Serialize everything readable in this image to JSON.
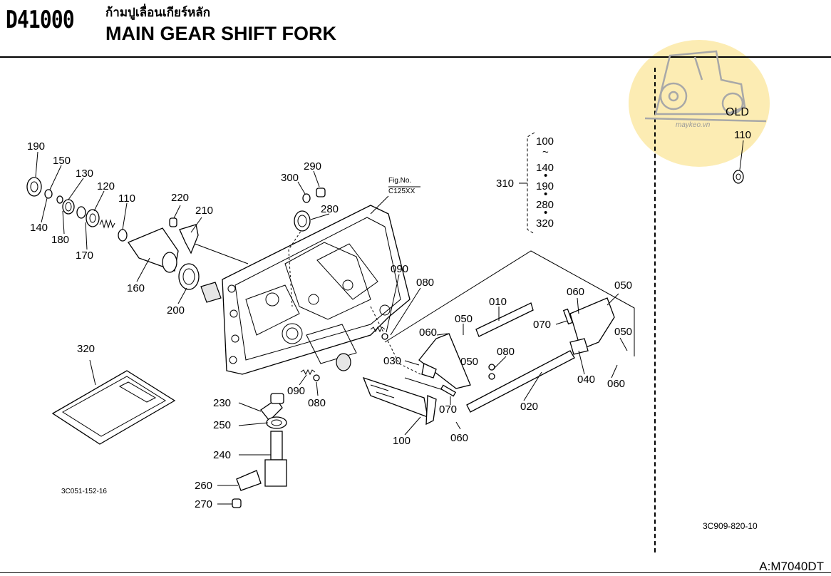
{
  "header": {
    "code": "D41000",
    "title_thai": "ก้ามปูเลื่อนเกียร์หลัก",
    "title": "MAIN GEAR SHIFT FORK"
  },
  "footer": {
    "model": "A:M7040DT"
  },
  "watermark": {
    "text": "maykeo.vn",
    "color": "#fbe9a6"
  },
  "labels": {
    "old": "OLD",
    "fig_no": "Fig.No.",
    "fig_ref": "C125XX",
    "ref_left": "3C051-152-16",
    "ref_right": "3C909-820-10",
    "kit_310": [
      "100",
      "~",
      "140",
      "•",
      "190",
      "•",
      "280",
      "•",
      "320"
    ]
  },
  "parts": {
    "p190": "190",
    "p150": "150",
    "p130": "130",
    "p120": "120",
    "p110": "110",
    "p140": "140",
    "p180": "180",
    "p170": "170",
    "p160": "160",
    "p200": "200",
    "p220": "220",
    "p210": "210",
    "p300": "300",
    "p290": "290",
    "p280": "280",
    "p310": "310",
    "p090a": "090",
    "p080a": "080",
    "p010": "010",
    "p050a": "050",
    "p060a": "060",
    "p060b": "060",
    "p050b": "050",
    "p070a": "070",
    "p050c": "050",
    "p050d": "050",
    "p080b": "080",
    "p030": "030",
    "p040": "040",
    "p060c": "060",
    "p070b": "070",
    "p020": "020",
    "p090b": "090",
    "p080c": "080",
    "p060d": "060",
    "p100": "100",
    "p230": "230",
    "p250": "250",
    "p240": "240",
    "p260": "260",
    "p270": "270",
    "p320": "320",
    "p110old": "110"
  }
}
